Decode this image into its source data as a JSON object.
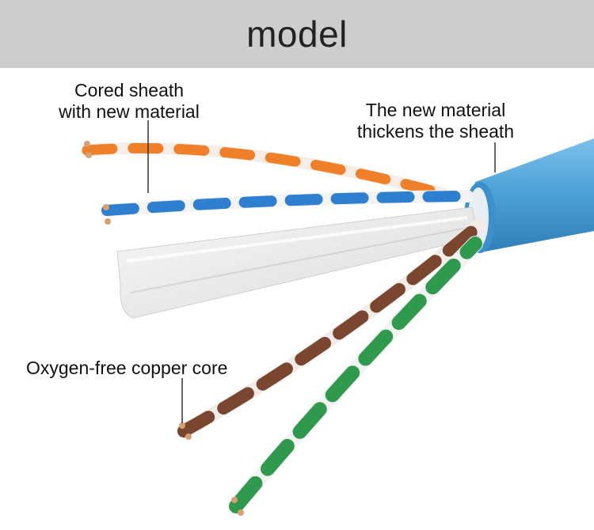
{
  "header": {
    "title": "model",
    "background": "#cdcdcd"
  },
  "labels": {
    "sheath_material": "Cored sheath\nwith new material",
    "thick_sheath": "The new material\nthickens the sheath",
    "copper_core": "Oxygen-free copper core"
  },
  "colors": {
    "jacket": "#4fa3d8",
    "orange_pair": "#f07f2a",
    "blue_pair": "#2f7fd0",
    "brown_pair": "#7a4630",
    "green_pair": "#2f9a4e",
    "separator": "#eeeeee"
  }
}
